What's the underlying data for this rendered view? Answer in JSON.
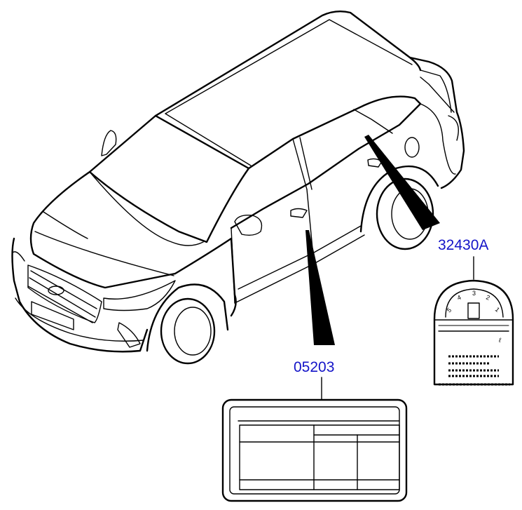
{
  "callouts": {
    "tire_label": "32430A",
    "door_label": "05203"
  },
  "colors": {
    "line": "#000000",
    "callout_text": "#1414c8",
    "background": "#ffffff"
  },
  "tire_label_dial": {
    "digits": [
      "5",
      "4",
      "3",
      "2",
      "1"
    ],
    "script_mark": "ℓ"
  }
}
